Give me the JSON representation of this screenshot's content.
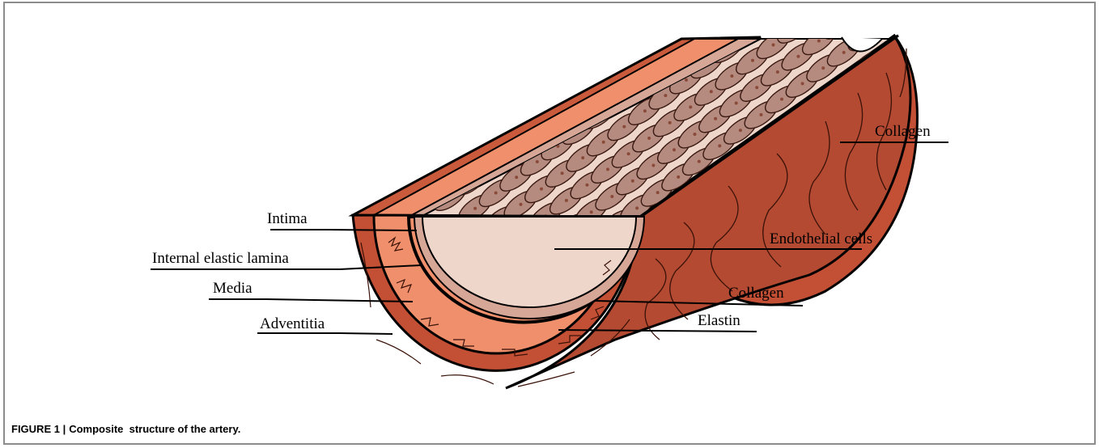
{
  "labels": {
    "intima": "Intima",
    "internal_elastic_lamina": "Internal elastic lamina",
    "media": "Media",
    "adventitia": "Adventitia",
    "collagen_outer": "Collagen",
    "endothelial_cells": "Endothelial cells",
    "collagen_media": "Collagen",
    "elastin": "Elastin"
  },
  "caption": {
    "figure": "FIGURE 1 |",
    "text": "Composite  structure of the artery."
  },
  "colors": {
    "adventitia": "#c34f34",
    "adventitia_dark": "#a8402a",
    "media": "#ef8f6c",
    "intima": "#d6a697",
    "lumen_floor": "#efd6cb",
    "endothelial_cell": "#b58b7f",
    "nucleus": "#8a4a3a"
  }
}
